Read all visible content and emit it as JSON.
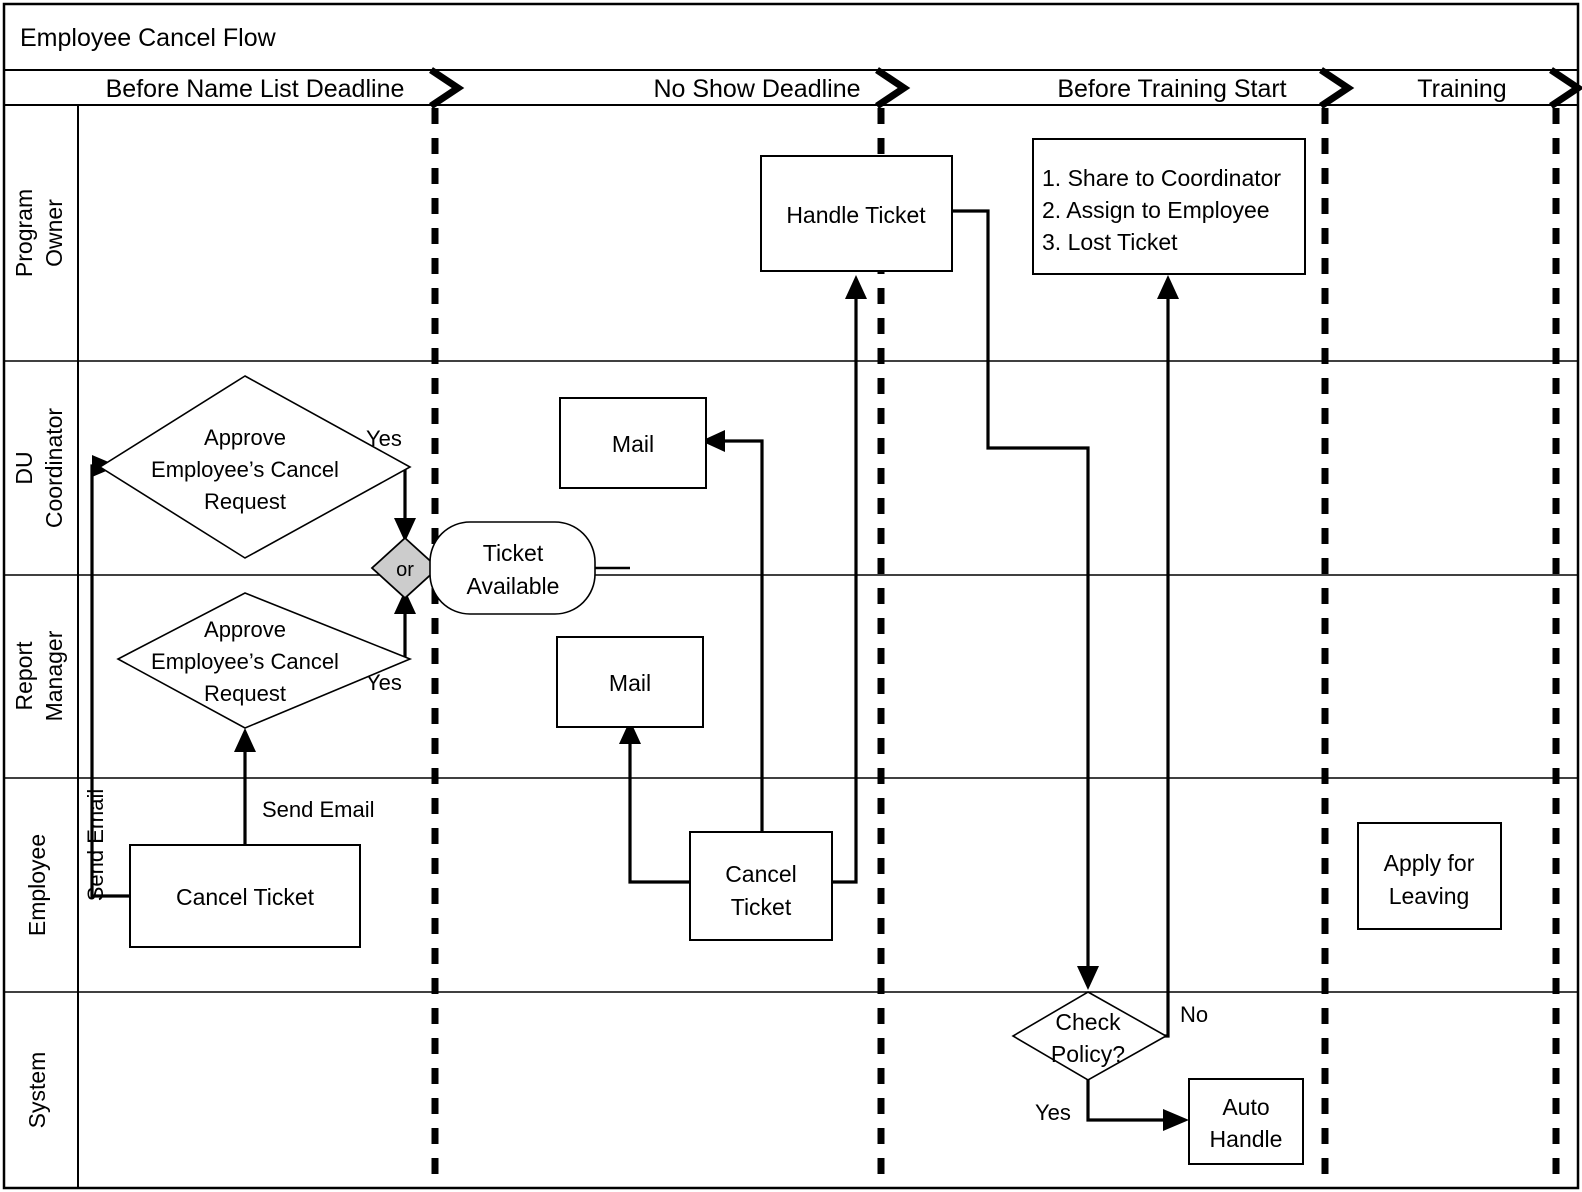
{
  "diagram": {
    "title": "Employee Cancel Flow",
    "type": "swimlane-flowchart",
    "phases": [
      {
        "id": "phase-before-name-list",
        "label": "Before Name List Deadline"
      },
      {
        "id": "phase-no-show",
        "label": "No Show Deadline"
      },
      {
        "id": "phase-before-training",
        "label": "Before Training Start"
      },
      {
        "id": "phase-training",
        "label": "Training"
      }
    ],
    "lanes": [
      {
        "id": "lane-program-owner",
        "label": "Program\nOwner",
        "line1": "Program",
        "line2": "Owner"
      },
      {
        "id": "lane-du-coordinator",
        "label": "DU\nCoordinator",
        "line1": "DU",
        "line2": "Coordinator"
      },
      {
        "id": "lane-report-manager",
        "label": "Report\nManager",
        "line1": "Report",
        "line2": "Manager"
      },
      {
        "id": "lane-employee",
        "label": "Employee",
        "line1": "Employee",
        "line2": ""
      },
      {
        "id": "lane-system",
        "label": "System",
        "line1": "System",
        "line2": ""
      }
    ],
    "nodes": [
      {
        "id": "handle-ticket",
        "lane": "lane-program-owner",
        "phase": "phase-no-show",
        "shape": "rectangle",
        "label": "Handle Ticket"
      },
      {
        "id": "ticket-options",
        "lane": "lane-program-owner",
        "phase": "phase-before-training",
        "shape": "rectangle",
        "label_lines": [
          "1. Share  to Coordinator",
          "2. Assign to Employee",
          "3. Lost Ticket"
        ]
      },
      {
        "id": "approve-cancel-du",
        "lane": "lane-du-coordinator",
        "phase": "phase-before-name-list",
        "shape": "diamond",
        "label_lines": [
          "Approve",
          "Employee’s Cancel",
          "Request"
        ]
      },
      {
        "id": "mail-du",
        "lane": "lane-du-coordinator",
        "phase": "phase-no-show",
        "shape": "rectangle",
        "label": "Mail"
      },
      {
        "id": "or-gateway",
        "lane": "lane-du-coordinator",
        "phase": "phase-before-name-list",
        "shape": "gateway-diamond",
        "label": "or",
        "fill": "#cccccc"
      },
      {
        "id": "ticket-available",
        "lane": "lane-du-coordinator",
        "phase": "phase-no-show",
        "shape": "rounded-rectangle",
        "label_lines": [
          "Ticket",
          "Available"
        ]
      },
      {
        "id": "approve-cancel-rm",
        "lane": "lane-report-manager",
        "phase": "phase-before-name-list",
        "shape": "diamond",
        "label_lines": [
          "Approve",
          "Employee’s Cancel",
          "Request"
        ]
      },
      {
        "id": "mail-rm",
        "lane": "lane-report-manager",
        "phase": "phase-no-show",
        "shape": "rectangle",
        "label": "Mail"
      },
      {
        "id": "cancel-ticket-early",
        "lane": "lane-employee",
        "phase": "phase-before-name-list",
        "shape": "rectangle",
        "label": "Cancel Ticket"
      },
      {
        "id": "cancel-ticket-late",
        "lane": "lane-employee",
        "phase": "phase-no-show",
        "shape": "rectangle",
        "label_lines": [
          "Cancel",
          "Ticket"
        ]
      },
      {
        "id": "apply-for-leaving",
        "lane": "lane-employee",
        "phase": "phase-training",
        "shape": "rectangle",
        "label_lines": [
          "Apply for",
          "Leaving"
        ]
      },
      {
        "id": "check-policy",
        "lane": "lane-system",
        "phase": "phase-before-training",
        "shape": "diamond",
        "label_lines": [
          "Check",
          "Policy?"
        ]
      },
      {
        "id": "auto-handle",
        "lane": "lane-system",
        "phase": "phase-before-training",
        "shape": "rectangle",
        "label_lines": [
          "Auto",
          "Handle"
        ]
      }
    ],
    "edge_labels": {
      "yes_du": "Yes",
      "yes_rm": "Yes",
      "send_email_vertical": "Send Email",
      "send_email_horizontal": "Send Email",
      "no_policy": "No",
      "yes_policy": "Yes"
    },
    "colors": {
      "background": "#ffffff",
      "stroke": "#000000",
      "gateway_fill": "#cccccc",
      "node_fill": "#ffffff"
    }
  }
}
